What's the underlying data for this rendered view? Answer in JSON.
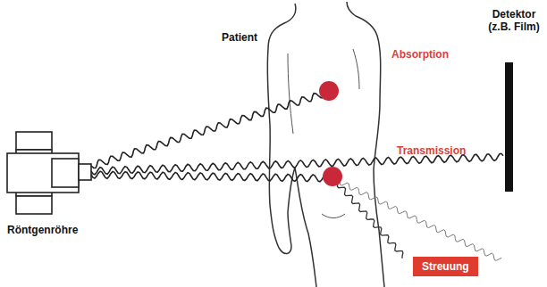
{
  "diagram": {
    "nodes": [
      {
        "text": [
          "Streuung"
        ]
      }
    ],
    "labels": [
      "Patient",
      "Detektor (z.B. Film)",
      "Absorption",
      "Transmission",
      "Röntgenröhre"
    ]
  }
}
